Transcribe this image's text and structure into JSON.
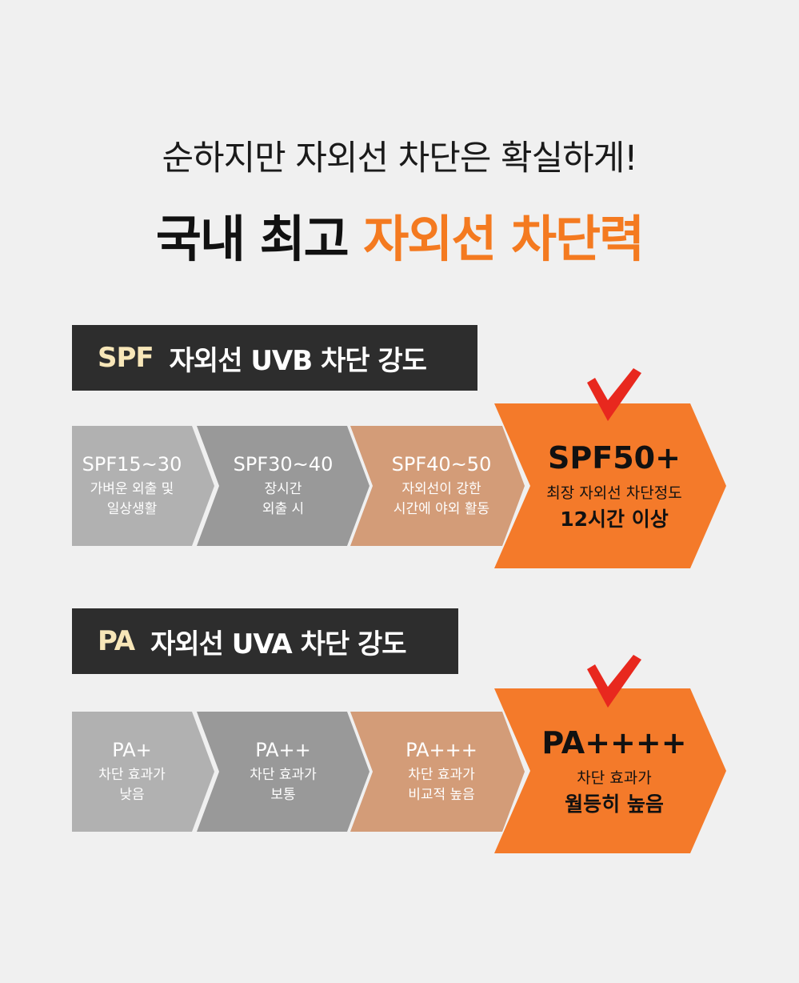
{
  "header": {
    "subtitle": "순하지만 자외선 차단은 확실하게!",
    "title_prefix": "국내 최고",
    "title_accent": "자외선 차단력"
  },
  "colors": {
    "accent": "#f47a20",
    "bar_bg": "#2d2d2d",
    "tag_text": "#f7e6b8",
    "check": "#e8281e"
  },
  "spf": {
    "tag": "SPF",
    "label": "자외선 UVB 차단 강도",
    "steps": [
      {
        "code": "SPF15~30",
        "desc1": "가벼운 외출 및",
        "desc2": "일상생활"
      },
      {
        "code": "SPF30~40",
        "desc1": "장시간",
        "desc2": "외출 시"
      },
      {
        "code": "SPF40~50",
        "desc1": "자외선이 강한",
        "desc2": "시간에 야외 활동"
      },
      {
        "code": "SPF50+",
        "desc1": "최장 자외선 차단정도",
        "desc2": "12시간 이상"
      }
    ]
  },
  "pa": {
    "tag": "PA",
    "label": "자외선 UVA 차단 강도",
    "steps": [
      {
        "code": "PA+",
        "desc1": "차단 효과가",
        "desc2": "낮음"
      },
      {
        "code": "PA++",
        "desc1": "차단 효과가",
        "desc2": "보통"
      },
      {
        "code": "PA+++",
        "desc1": "차단 효과가",
        "desc2": "비교적 높음"
      },
      {
        "code": "PA++++",
        "desc1": "차단 효과가",
        "desc2": "월등히 높음"
      }
    ]
  },
  "icons": {
    "check": "checkmark-icon"
  }
}
